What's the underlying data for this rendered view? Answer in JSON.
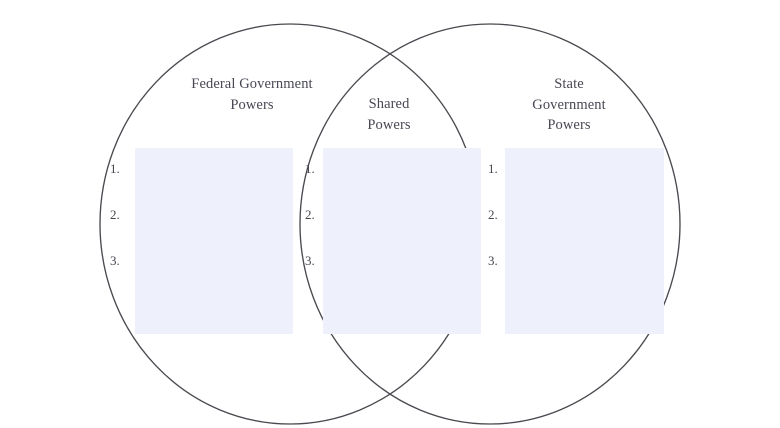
{
  "worksheet": {
    "type": "venn-diagram",
    "background_color": "#ffffff",
    "outline_color": "#4a4a50",
    "field_fill_color": "#eef0fb",
    "text_color": "#484854"
  },
  "regions": {
    "left": {
      "title": "Federal Government\nPowers",
      "items": [
        "1.",
        "2.",
        "3."
      ]
    },
    "shared": {
      "title": "Shared\nPowers",
      "items": [
        "1.",
        "2.",
        "3."
      ]
    },
    "right": {
      "title": "State\nGovernment\nPowers",
      "items": [
        "1.",
        "2.",
        "3."
      ]
    }
  }
}
